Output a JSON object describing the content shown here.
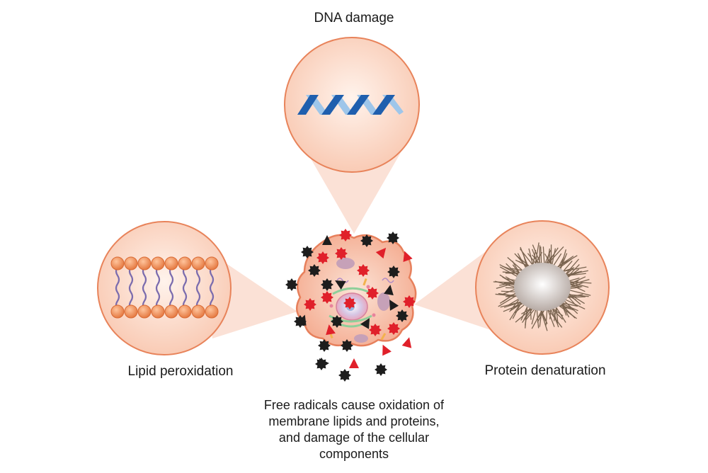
{
  "labels": {
    "dna_damage": "DNA damage",
    "lipid_peroxidation": "Lipid peroxidation",
    "protein_denaturation": "Protein denaturation"
  },
  "caption": {
    "line1": "Free radicals cause oxidation of",
    "line2": "membrane lipids and proteins,",
    "line3": "and damage of the cellular",
    "line4": "components"
  },
  "icons": {
    "cell": "cell-icon",
    "dna": "dna-helix-icon",
    "lipid": "lipid-bilayer-icon",
    "protein": "denatured-protein-icon",
    "radical_star_red": "red-star-radical-icon",
    "radical_star_black": "black-star-radical-icon",
    "radical_triangle": "triangle-radical-icon"
  },
  "colors": {
    "callout_fill": "#fbe1d6",
    "callout_stroke": "#e8835a",
    "cell_fill": "#f6b49c",
    "radical_red": "#e0202a",
    "radical_black": "#1d1d1d",
    "dna_dark": "#1f5fae",
    "dna_light": "#9ec6ea",
    "lipid_head": "#ee8e5a",
    "lipid_tail": "#7b6cae",
    "protein_spikes": "#7a6450"
  }
}
